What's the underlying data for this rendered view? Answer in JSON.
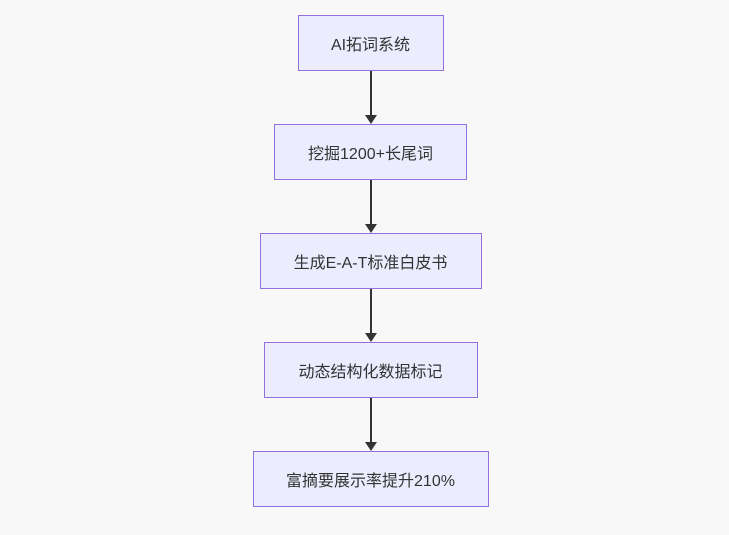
{
  "diagram": {
    "type": "flowchart",
    "direction": "top-down",
    "nodes": [
      {
        "id": "step1",
        "label": "AI拓词系统"
      },
      {
        "id": "step2",
        "label": "挖掘1200+长尾词"
      },
      {
        "id": "step3",
        "label": "生成E-A-T标准白皮书"
      },
      {
        "id": "step4",
        "label": "动态结构化数据标记"
      },
      {
        "id": "step5",
        "label": "富摘要展示率提升210%"
      }
    ],
    "edges": [
      {
        "from": "step1",
        "to": "step2"
      },
      {
        "from": "step2",
        "to": "step3"
      },
      {
        "from": "step3",
        "to": "step4"
      },
      {
        "from": "step4",
        "to": "step5"
      }
    ],
    "colors": {
      "background": "#f8f8f8",
      "node_fill": "#ececff",
      "node_border": "#9370db",
      "arrow": "#333333",
      "text": "#333333"
    }
  }
}
